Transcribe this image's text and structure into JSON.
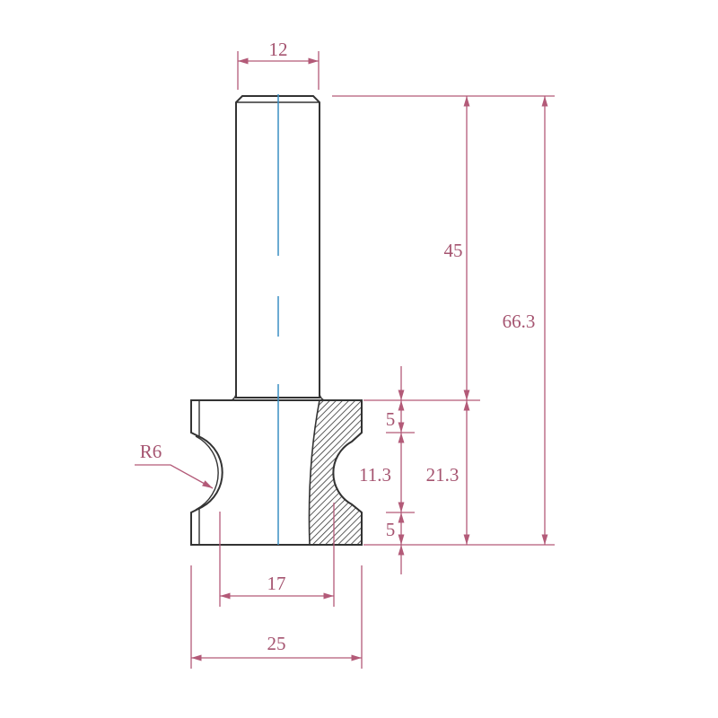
{
  "drawing": {
    "dimensions": {
      "shank_diameter": "12",
      "shank_length": "45",
      "overall_length": "66.3",
      "cutting_height": "21.3",
      "top_land": "5",
      "groove_height": "11.3",
      "bottom_land": "5",
      "inner_diameter": "17",
      "cutter_diameter": "25",
      "radius": "R6"
    },
    "colors": {
      "dimension": "#b35a78",
      "centerline": "#3a8fc4",
      "outline": "#333333"
    }
  }
}
